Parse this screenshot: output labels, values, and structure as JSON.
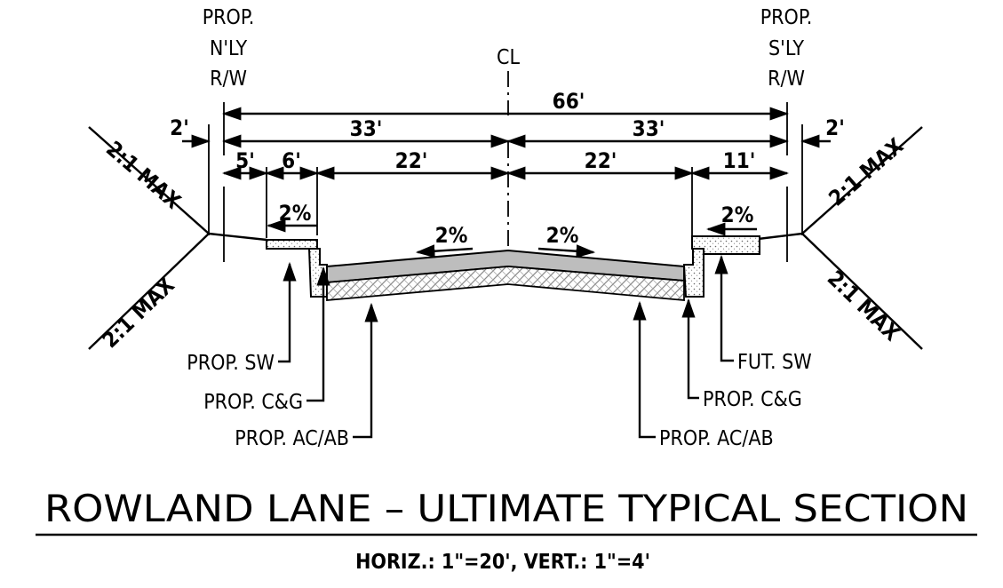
{
  "labels": {
    "left_row": [
      "PROP.",
      "N'LY",
      "R/W"
    ],
    "right_row": [
      "PROP.",
      "S'LY",
      "R/W"
    ],
    "centerline": "CL",
    "callouts_left": [
      "PROP. SW",
      "PROP. C&G",
      "PROP. AC/AB"
    ],
    "callouts_right": [
      "FUT. SW",
      "PROP. C&G",
      "PROP. AC/AB"
    ]
  },
  "dimensions": {
    "total": "66'",
    "half_left": "33'",
    "half_right": "33'",
    "offset_left": "2'",
    "offset_right": "2'",
    "sidewalk_left": "5'",
    "curb_left": "6'",
    "lane_left": "22'",
    "lane_right": "22'",
    "right_outer": "11'"
  },
  "slopes": {
    "sidewalk_left": "2%",
    "lane_left": "2%",
    "lane_right": "2%",
    "sidewalk_right": "2%",
    "embankment_upper_left": "2:1 MAX",
    "embankment_lower_left": "2:1 MAX",
    "embankment_upper_right": "2:1 MAX",
    "embankment_lower_right": "2:1 MAX"
  },
  "title": "ROWLAND LANE – ULTIMATE TYPICAL SECTION",
  "scale": "HORIZ.: 1\"=20', VERT.: 1\"=4'"
}
